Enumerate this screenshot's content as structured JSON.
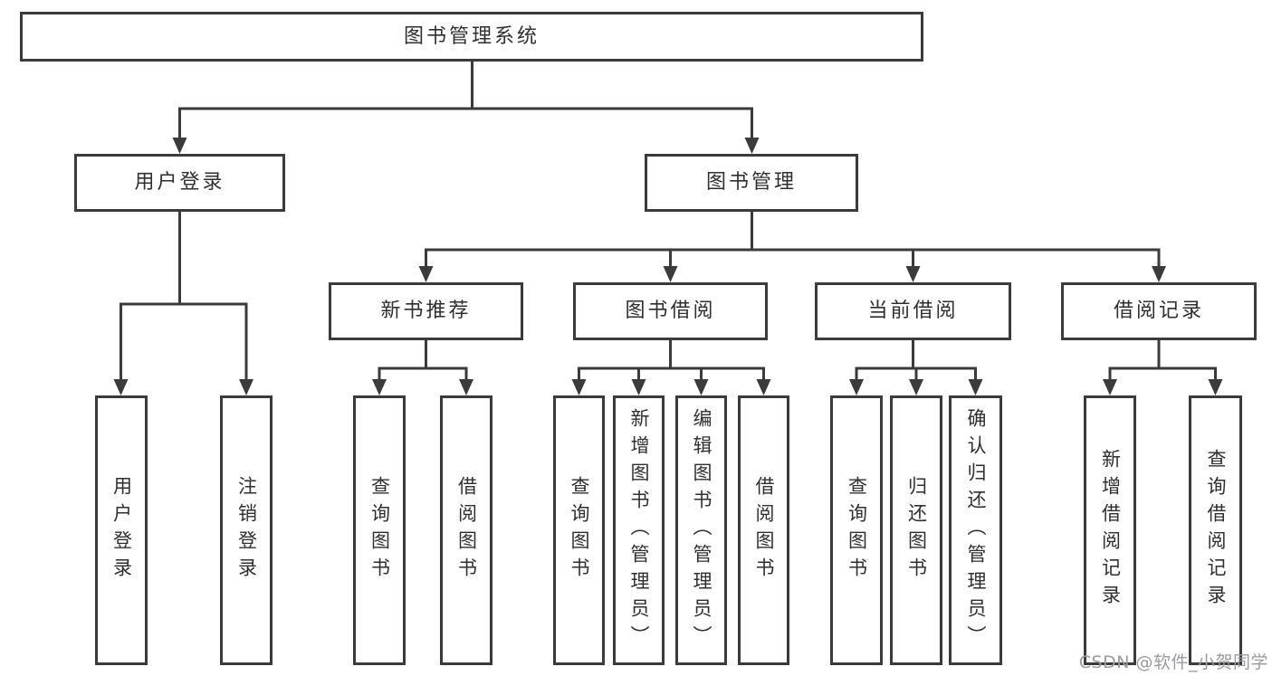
{
  "tree": {
    "label": "图书管理系统",
    "children": [
      {
        "label": "用户登录",
        "children": [
          {
            "label": "用户登录"
          },
          {
            "label": "注销登录"
          }
        ]
      },
      {
        "label": "图书管理",
        "children": [
          {
            "label": "新书推荐",
            "children": [
              {
                "label": "查询图书"
              },
              {
                "label": "借阅图书"
              }
            ]
          },
          {
            "label": "图书借阅",
            "children": [
              {
                "label": "查询图书"
              },
              {
                "label": "新增图书（管理员）"
              },
              {
                "label": "编辑图书（管理员）"
              },
              {
                "label": "借阅图书"
              }
            ]
          },
          {
            "label": "当前借阅",
            "children": [
              {
                "label": "查询图书"
              },
              {
                "label": "归还图书"
              },
              {
                "label": "确认归还（管理员）"
              }
            ]
          },
          {
            "label": "借阅记录",
            "children": [
              {
                "label": "新增借阅记录"
              },
              {
                "label": "查询借阅记录"
              }
            ]
          }
        ]
      }
    ]
  },
  "watermark": {
    "text": "CSDN @软件_小贺同学"
  },
  "colors": {
    "line": "#3b3b3b",
    "text": "#2f2f2f",
    "watermark": "#9b9ba0",
    "background": "#ffffff"
  }
}
